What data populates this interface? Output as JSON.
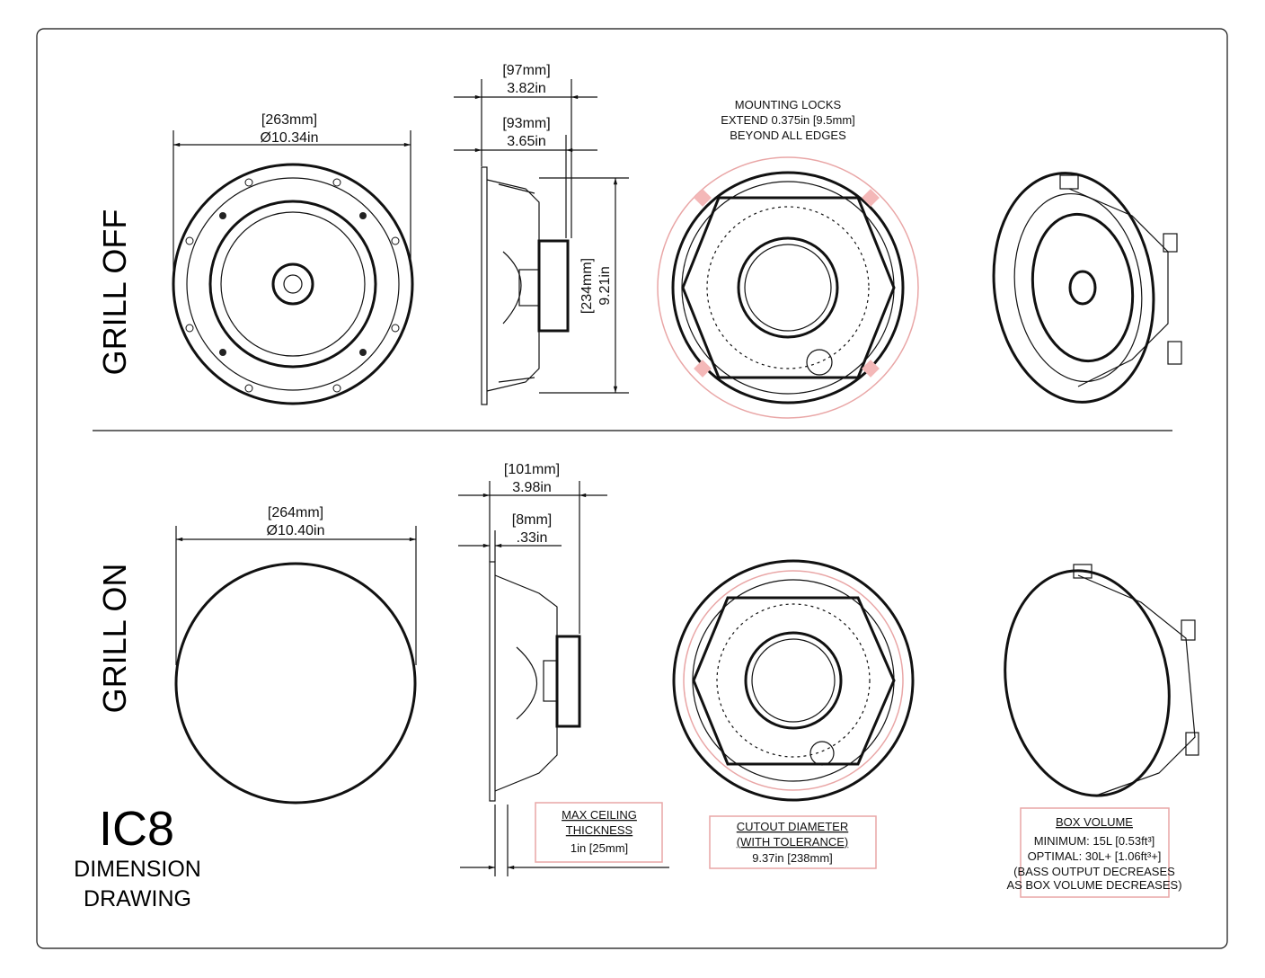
{
  "labels": {
    "grill_off": "GRILL OFF",
    "grill_on": "GRILL ON",
    "model": "IC8",
    "title_line1": "DIMENSION",
    "title_line2": "DRAWING"
  },
  "grill_off": {
    "diameter_mm": "[263mm]",
    "diameter_in": "Ø10.34in",
    "depth_total_mm": "[97mm]",
    "depth_total_in": "3.82in",
    "depth_mm": "[93mm]",
    "depth_in": "3.65in",
    "height_mm": "[234mm]",
    "height_in": "9.21in",
    "mounting_note": [
      "MOUNTING LOCKS",
      "EXTEND 0.375in [9.5mm]",
      "BEYOND ALL EDGES"
    ]
  },
  "grill_on": {
    "diameter_mm": "[264mm]",
    "diameter_in": "Ø10.40in",
    "depth_total_mm": "[101mm]",
    "depth_total_in": "3.98in",
    "flange_mm": "[8mm]",
    "flange_in": ".33in"
  },
  "boxes": {
    "ceiling": {
      "title1": "MAX CEILING",
      "title2": "THICKNESS",
      "value": "1in [25mm]"
    },
    "cutout": {
      "title1": "CUTOUT DIAMETER",
      "title2": "(WITH TOLERANCE)",
      "value": "9.37in [238mm]"
    },
    "volume": {
      "title": "BOX VOLUME",
      "min": "MINIMUM: 15L [0.53ft³]",
      "opt": "OPTIMAL: 30L+ [1.06ft³+]",
      "note1": "(BASS OUTPUT DECREASES",
      "note2": "AS BOX VOLUME DECREASES)"
    }
  },
  "colors": {
    "accent": "#e9a6a6",
    "ink": "#111111"
  }
}
